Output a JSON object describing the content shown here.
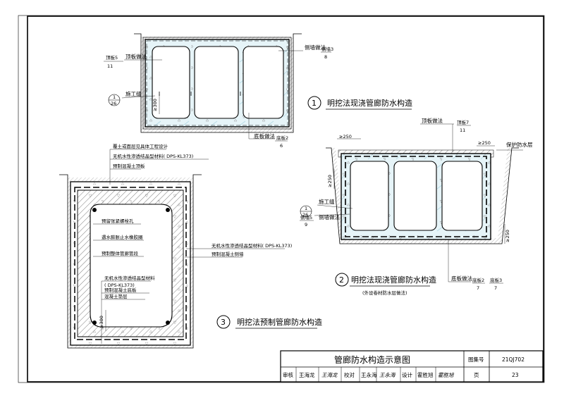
{
  "detail1": {
    "number": "1",
    "caption": "明挖法现浇管廊防水构造",
    "labels": {
      "top": "顶板做法",
      "side": "侧墙做法",
      "bottom": "底板做法",
      "joint": "施工缝",
      "dim": "≥300"
    },
    "refs": {
      "top": {
        "num": "11",
        "page": "顶板5"
      },
      "side": {
        "num": "8",
        "page": "侧墙3"
      },
      "joint": {
        "num": "26",
        "page": "1"
      },
      "bottom": {
        "num": "6",
        "page": "底板2"
      }
    }
  },
  "detail2": {
    "number": "2",
    "caption": "明挖法现浇管廊防水构造",
    "sub_caption": "(外设卷材防水层做法)",
    "labels": {
      "top": "顶板做法",
      "protect": "保护防水层",
      "joint": "施工缝",
      "side": "侧墙做法",
      "bottom": "底板做法",
      "dim_top_left": "≥250",
      "dim_top_right": "≥250",
      "dim_left": "≥250",
      "dim_right": "≥250"
    },
    "refs": {
      "top": {
        "num": "11",
        "page": "顶板7"
      },
      "joint": {
        "num": "26",
        "page": "1"
      },
      "side": {
        "num": "9",
        "page": "侧墙5"
      },
      "bottom_a": {
        "num": "7",
        "page": "底板2"
      },
      "bottom_b": {
        "num": "7",
        "page": "底板3"
      }
    }
  },
  "detail3": {
    "number": "3",
    "caption": "明挖法预制管廊防水构造",
    "labels": {
      "l1": "覆土或面层见具体工程设计",
      "l2": "无机水性渗透结晶型材料( DPS-KL373)",
      "l3": "预制混凝土顶板",
      "l4": "预留张紧螺栓孔",
      "l5": "遇水膨胀止水橡胶圈",
      "l6": "预制整体管廊管段",
      "r1": "无机水性渗透结晶型材料( DPS-KL373)",
      "r2": "预制混凝土侧墙",
      "b1": "无机水性渗透结晶型材料",
      "b2": "( DPS-KL373)",
      "b3": "预制混凝土底板",
      "b4": "混凝土垫层",
      "dim": "≥300"
    }
  },
  "title_block": {
    "title": "管廊防水构造示意图",
    "atlas_label": "图集号",
    "atlas_no": "21QJ702",
    "review_label": "审核",
    "review_name": "王海龙",
    "review_sig": "王海龙",
    "check_label": "校对",
    "check_name": "王永海",
    "check_sig": "王永海",
    "design_label": "设计",
    "design_name": "霍胜旭",
    "design_sig": "霍胜旭",
    "page_label": "页",
    "page_no": "23"
  }
}
